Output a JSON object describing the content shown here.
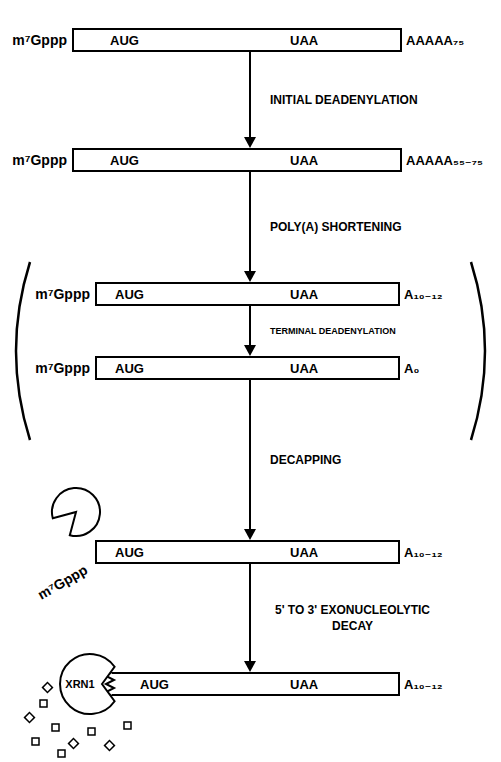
{
  "diagram": {
    "nodes": [
      {
        "text": [
          "AUG",
          "UAA"
        ]
      },
      {
        "text": [
          "AUG",
          "UAA"
        ]
      },
      {
        "text": [
          "AUG",
          "UAA"
        ]
      },
      {
        "text": [
          "AUG",
          "UAA"
        ]
      },
      {
        "text": [
          "AUG",
          "UAA"
        ]
      },
      {
        "text": [
          "AUG",
          "UAA"
        ]
      },
      {
        "text": [
          "XRN1"
        ]
      }
    ],
    "edges": [
      {
        "from": 0,
        "to": 1,
        "arrow": "to",
        "label": "INITIAL DEADENYLATION"
      },
      {
        "from": 1,
        "to": 2,
        "arrow": "to",
        "label": "POLY(A) SHORTENING"
      },
      {
        "from": 2,
        "to": 3,
        "arrow": "to",
        "label": "TERMINAL DEADENYLATION"
      },
      {
        "from": 3,
        "to": 4,
        "arrow": "to",
        "label": "DECAPPING"
      },
      {
        "from": 4,
        "to": 5,
        "arrow": "to",
        "label": "5' TO 3' EXONUCLEOLYTIC DECAY"
      }
    ],
    "labels": [
      "m⁷Gppp",
      "AAAAA₇₅",
      "m⁷Gppp",
      "AAAAA₅₅₋₇₅",
      "m⁷Gppp",
      "A₁₀₋₁₂",
      "m⁷Gppp",
      "A₀",
      "m⁷Gppp",
      "A₁₀₋₁₂",
      "A₁₀₋₁₂"
    ]
  }
}
